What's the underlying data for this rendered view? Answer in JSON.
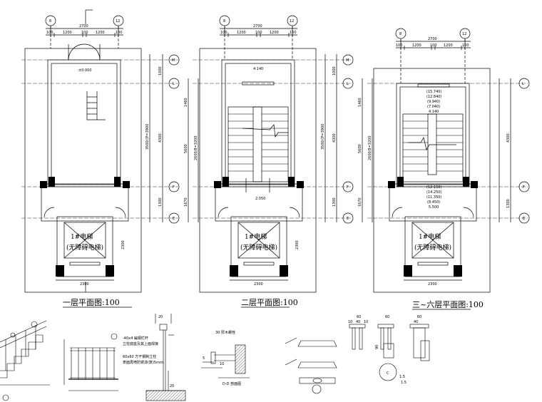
{
  "plans": [
    {
      "title": "一层平面图",
      "scale": ":100",
      "axes_top": [
        "8",
        "12"
      ],
      "axes_side": [
        "M",
        "L",
        "F",
        "E"
      ],
      "top_dims": [
        "100",
        "1200",
        "100",
        "1200",
        "100"
      ],
      "total_dim": "2700",
      "bottom_dim": "2300",
      "level": "±0.000",
      "side_dims": [
        "1000",
        "4300",
        "1300"
      ],
      "flight_dims": [
        "3500/(P=3900",
        "2300"
      ],
      "elevator": [
        "1#电梯",
        "(无障碍电梯)"
      ]
    },
    {
      "title": "二层平面图",
      "scale": ":100",
      "axes_top": [
        "8",
        "12"
      ],
      "axes_side": [
        "M",
        "L",
        "F",
        "E"
      ],
      "top_dims": [
        "100",
        "1200",
        "100",
        "1200",
        "100"
      ],
      "total_dim": "2700",
      "bottom_dim": "2300",
      "levels": [
        "4.140",
        "2.050"
      ],
      "side_dims": [
        "1000",
        "4300",
        "1300"
      ],
      "left_dims": [
        "1460",
        "2600/8=3200",
        "1670",
        "5600"
      ],
      "flight_dims": [
        "3500/(P=3900",
        "2300"
      ],
      "elevator": [
        "1#电梯",
        "(无障碍电梯)"
      ]
    },
    {
      "title": "三~六层平面图",
      "scale": ":100",
      "axes_top": [
        "8",
        "12"
      ],
      "axes_side": [
        "L",
        "F",
        "E"
      ],
      "top_dims": [
        "100",
        "1200",
        "100",
        "1200",
        "100"
      ],
      "total_dim": "2700",
      "bottom_dim": "2300",
      "levels_up": [
        "(15.740)",
        "(12.840)",
        "(9.940)",
        "(7.040)",
        "4.140"
      ],
      "levels_down": [
        "(12.150)",
        "(14.250)",
        "(11.350)",
        "(8.450)",
        "5.500"
      ],
      "side_dims": [
        "4300",
        "1300"
      ],
      "left_dims": [
        "1460",
        "2600/8=3200",
        "1670",
        "5600"
      ],
      "elevator": [
        "1#电梯",
        "(无障碍电梯)"
      ]
    }
  ],
  "details": {
    "railing_labels": [
      "-40x4 扁钢栏杆",
      "立柱底座及其上面焊接",
      "60x60 方干钢制立柱",
      "表面再喷防锈漆(数)5mm"
    ],
    "section_label": "D-D 剖面图",
    "wall_label": "30 厚木螺栓",
    "detail_c": "C",
    "scale_c": "1:5",
    "small_dims": [
      "60",
      "10",
      "40",
      "10"
    ],
    "misc": [
      "20",
      "1.5",
      "20",
      "10",
      "5",
      "90"
    ]
  }
}
